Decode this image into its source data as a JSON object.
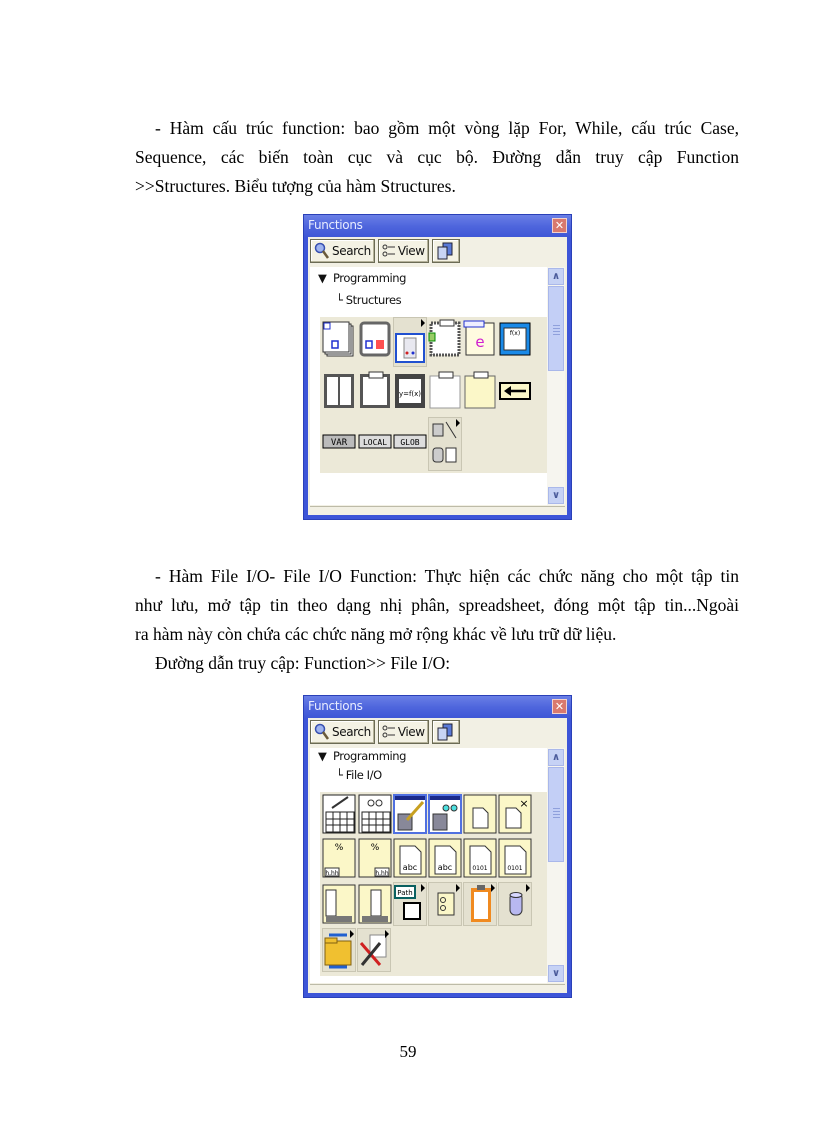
{
  "section1": {
    "lines": [
      "- Hàm cấu trúc function: bao gồm một vòng lặp For, While, cấu trúc Case,",
      "Sequence, các biến toàn cục và cục bộ. Đường dẫn truy cập Function",
      ">>Structures. Biểu tượng của hàm Structures."
    ]
  },
  "window1": {
    "title": "Functions",
    "toolbar": {
      "search_label": "Search",
      "view_label": "View"
    },
    "tree": {
      "parent": "Programming",
      "child": "Structures"
    },
    "palette": {
      "rows": [
        [
          "stacked-sequence",
          "flat-sequence",
          "case-structure-subpalette",
          "for-loop",
          "event-structure",
          "timed-loop"
        ],
        [
          "flat-sequence-frames",
          "while-loop",
          "formula-node",
          "mathscript-node",
          "diagram-disable",
          "feedback-node"
        ],
        [
          "local-variable",
          "local",
          "global",
          "shared-subpalette"
        ]
      ],
      "labels": {
        "var": "VAR",
        "local": "LOCAL",
        "glob": "GLOB",
        "formula": "y=f(x)",
        "event": "e"
      }
    }
  },
  "section2": {
    "lines": [
      "- Hàm File I/O- File I/O Function: Thực hiện các chức năng cho một tập tin",
      "như lưu, mở tập tin theo dạng nhị phân, spreadsheet, đóng một tập tin...Ngoài",
      "ra hàm này còn chứa các chức năng mở rộng khác về lưu trữ dữ liệu.",
      "Đường dẫn truy cập: Function>> File I/O:"
    ]
  },
  "window2": {
    "title": "Functions",
    "toolbar": {
      "search_label": "Search",
      "view_label": "View"
    },
    "tree": {
      "parent": "Programming",
      "child": "File I/O"
    },
    "palette": {
      "rows": [
        [
          "write-spreadsheet-file",
          "read-spreadsheet-file",
          "write-measurement-file",
          "read-measurement-file",
          "open-create-replace-file",
          "close-file"
        ],
        [
          "format-into-file",
          "scan-from-file",
          "write-text-file",
          "read-text-file",
          "write-binary-file",
          "read-binary-file"
        ],
        [
          "build-path",
          "strip-path",
          "file-constants-subpalette",
          "config-file-vis",
          "tdms-subpalette",
          "storage-datalog"
        ],
        [
          "advanced-file-functions",
          "libraries-executables"
        ]
      ],
      "labels": {
        "path": "Path",
        "abc": "abc",
        "bin": "0101",
        "num": "h.hh"
      }
    }
  },
  "colors": {
    "title_bar": "#4f66dd",
    "palette_bg": "#ece9d8",
    "icon_yellow": "#fbf7c8",
    "scroll": "#c3cff6"
  },
  "page_number": "59"
}
